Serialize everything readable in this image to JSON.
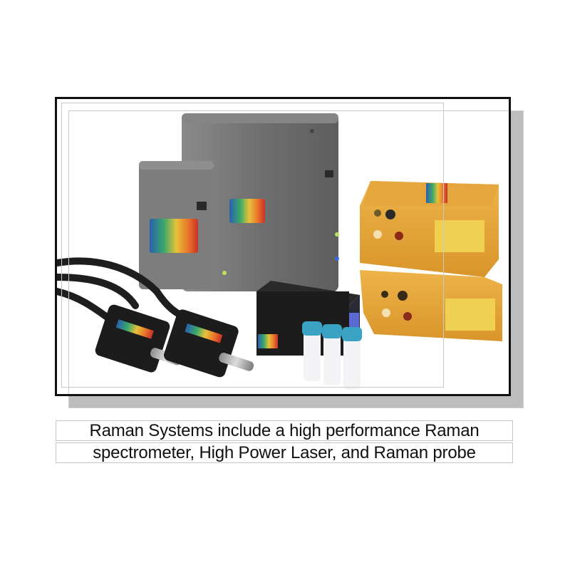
{
  "figure": {
    "alt": "Raman system components: spectrometers, lasers, probes, sample vials",
    "components": [
      {
        "name": "Small Raman spectrometer",
        "color": "#7a7a7a"
      },
      {
        "name": "Large Raman spectrometer",
        "color": "#6f6f6f"
      },
      {
        "name": "High power laser (top)",
        "color": "#e0a032"
      },
      {
        "name": "High power laser (bottom)",
        "color": "#e0a032"
      },
      {
        "name": "Raman probe 1",
        "color": "#1a1a1a"
      },
      {
        "name": "Raman probe 2",
        "color": "#1a1a1a"
      },
      {
        "name": "Sample holder",
        "color": "#1c1c1c"
      },
      {
        "name": "Sample vials",
        "cap_color": "#3aa3c4",
        "count": 3
      }
    ]
  },
  "caption": {
    "line1": "Raman Systems include a high performance Raman",
    "line2": "spectrometer, High Power Laser, and Raman probe"
  }
}
